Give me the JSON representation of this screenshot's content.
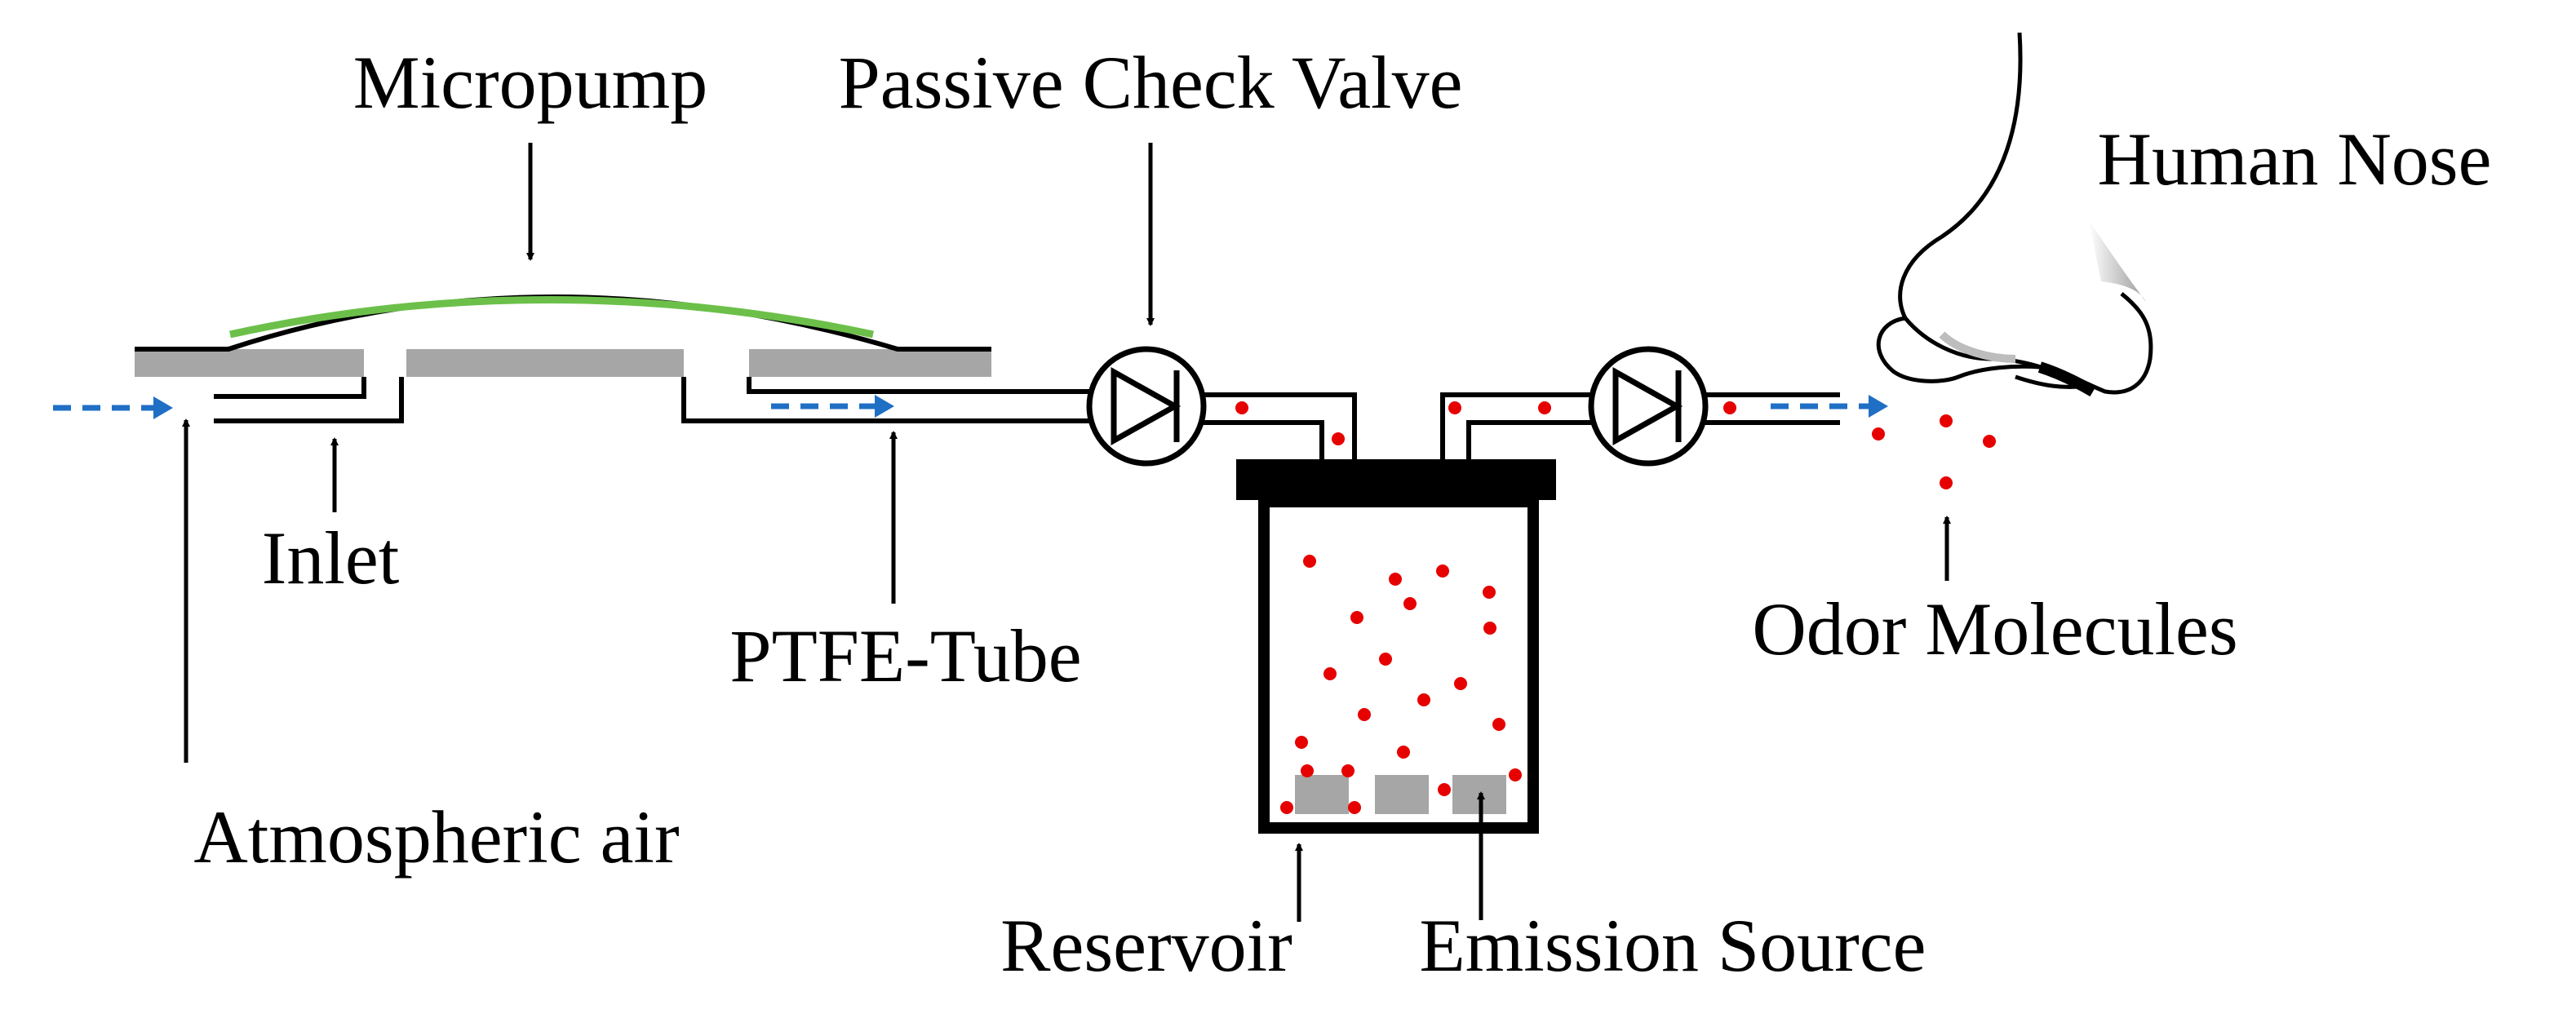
{
  "labels": {
    "micropump": "Micropump",
    "check_valve": "Passive Check Valve",
    "human_nose": "Human Nose",
    "inlet": "Inlet",
    "ptfe_tube": "PTFE-Tube",
    "atmospheric_air": "Atmospheric air",
    "odor_molecules": "Odor Molecules",
    "reservoir": "Reservoir",
    "emission_source": "Emission Source"
  },
  "colors": {
    "line": "#000000",
    "membrane": "#6cc04a",
    "pump_body": "#a6a6a6",
    "airflow_arrow": "#1f6fc5",
    "odor_molecule": "#e60000",
    "emission_block": "#a6a6a6"
  }
}
